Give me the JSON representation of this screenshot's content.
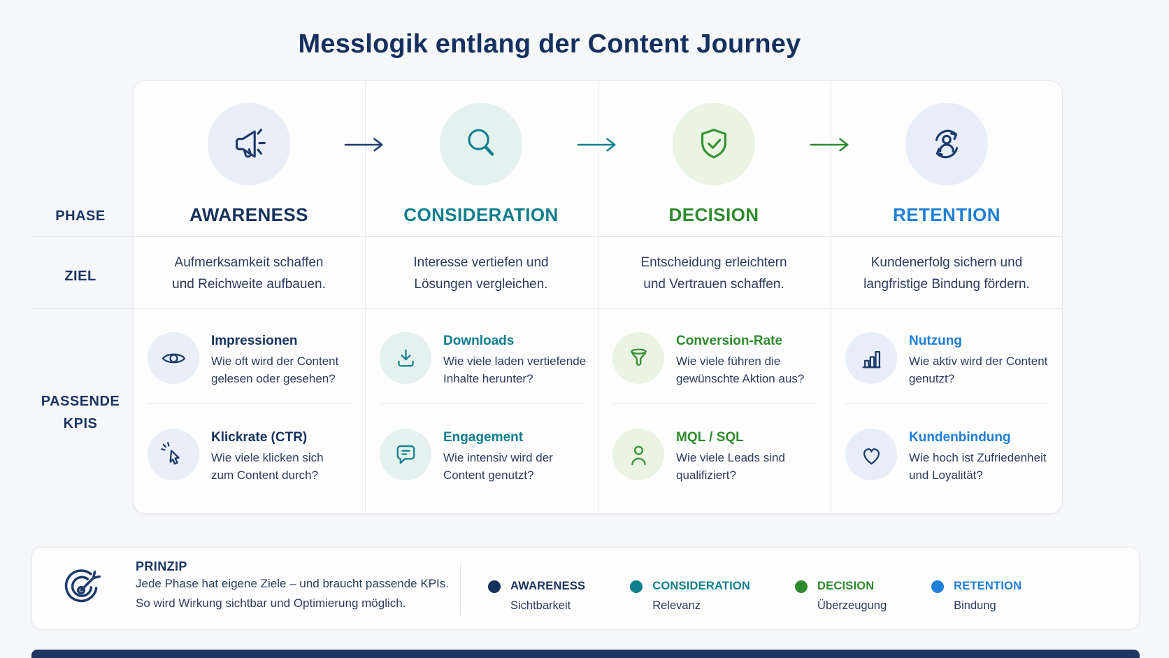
{
  "title": "Messlogik entlang der Content Journey",
  "row_labels": {
    "phase": "PHASE",
    "goal": "ZIEL",
    "kpis_line1": "PASSENDE",
    "kpis_line2": "KPIS"
  },
  "phases": [
    {
      "name": "AWARENESS",
      "icon": "megaphone-icon",
      "accent": "#16325c",
      "icon_color": "#1d3a6b",
      "icon_bg": "#e9eef8",
      "goal_line1": "Aufmerksamkeit schaffen",
      "goal_line2": "und Reichweite aufbauen.",
      "kpis": [
        {
          "icon": "eye-icon",
          "title": "Impressionen",
          "desc_line1": "Wie oft wird der Content",
          "desc_line2": "gelesen oder gesehen?"
        },
        {
          "icon": "cursor-click-icon",
          "title": "Klickrate (CTR)",
          "desc_line1": "Wie viele klicken sich",
          "desc_line2": "zum Content durch?"
        }
      ]
    },
    {
      "name": "CONSIDERATION",
      "icon": "magnifier-icon",
      "accent": "#0e7e8e",
      "icon_color": "#15808f",
      "icon_bg": "#e3f1ef",
      "goal_line1": "Interesse vertiefen und",
      "goal_line2": "Lösungen vergleichen.",
      "kpis": [
        {
          "icon": "download-icon",
          "title": "Downloads",
          "desc_line1": "Wie viele laden vertiefende",
          "desc_line2": "Inhalte herunter?"
        },
        {
          "icon": "chat-bubble-icon",
          "title": "Engagement",
          "desc_line1": "Wie intensiv wird der",
          "desc_line2": "Content genutzt?"
        }
      ]
    },
    {
      "name": "DECISION",
      "icon": "shield-check-icon",
      "accent": "#2e8b2e",
      "icon_color": "#339133",
      "icon_bg": "#eaf4e2",
      "goal_line1": "Entscheidung erleichtern",
      "goal_line2": "und Vertrauen schaffen.",
      "kpis": [
        {
          "icon": "funnel-icon",
          "title": "Conversion-Rate",
          "desc_line1": "Wie viele führen die",
          "desc_line2": "gewünschte Aktion aus?"
        },
        {
          "icon": "person-icon",
          "title": "MQL / SQL",
          "desc_line1": "Wie viele Leads sind",
          "desc_line2": "qualifiziert?"
        }
      ]
    },
    {
      "name": "RETENTION",
      "icon": "person-cycle-icon",
      "accent": "#1e7fd6",
      "icon_color": "#1d3a6b",
      "icon_bg": "#e8eef9",
      "goal_line1": "Kundenerfolg sichern und",
      "goal_line2": "langfristige Bindung fördern.",
      "kpis": [
        {
          "icon": "bar-chart-icon",
          "title": "Nutzung",
          "desc_line1": "Wie aktiv wird der Content",
          "desc_line2": "genutzt?"
        },
        {
          "icon": "heart-icon",
          "title": "Kundenbindung",
          "desc_line1": "Wie hoch ist Zufriedenheit",
          "desc_line2": "und Loyalität?"
        }
      ]
    }
  ],
  "arrows": [
    {
      "color": "#1d3a6b"
    },
    {
      "color": "#15808f"
    },
    {
      "color": "#2e8b2e"
    }
  ],
  "principle": {
    "icon": "target-arrow-icon",
    "title": "PRINZIP",
    "line1": "Jede Phase hat eigene Ziele – und braucht passende KPIs.",
    "line2": "So wird Wirkung sichtbar und Optimierung möglich."
  },
  "legend": [
    {
      "label": "AWARENESS",
      "sublabel": "Sichtbarkeit",
      "color": "#16325c"
    },
    {
      "label": "CONSIDERATION",
      "sublabel": "Relevanz",
      "color": "#0e7e8e"
    },
    {
      "label": "DECISION",
      "sublabel": "Überzeugung",
      "color": "#2e8b2e"
    },
    {
      "label": "RETENTION",
      "sublabel": "Bindung",
      "color": "#1e7fd6"
    }
  ]
}
